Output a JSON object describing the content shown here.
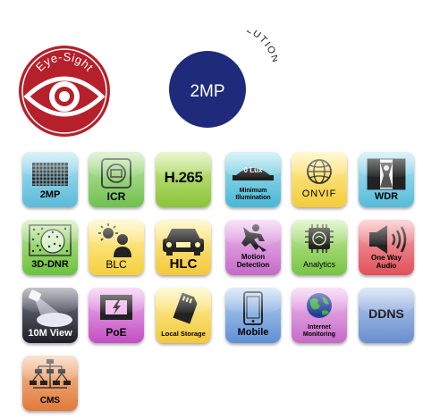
{
  "logos": {
    "eye_sight": "Eye-Sight",
    "resolution": "2MP",
    "arc": "IP SOLUTION"
  },
  "features": [
    {
      "label": "2MP"
    },
    {
      "label": "ICR"
    },
    {
      "label": "H.265"
    },
    {
      "label": "Minimum Illumination",
      "badge": "0 Lux"
    },
    {
      "label": "ONVIF"
    },
    {
      "label": "WDR"
    },
    {
      "label": "3D-DNR"
    },
    {
      "label": "BLC"
    },
    {
      "label": "HLC"
    },
    {
      "label": "Motion Detection"
    },
    {
      "label": "Analytics"
    },
    {
      "label": "One Way Audio"
    },
    {
      "label": "10M View"
    },
    {
      "label": "PoE"
    },
    {
      "label": "Local Storage"
    },
    {
      "label": "Mobile"
    },
    {
      "label": "Internet Monitoring"
    },
    {
      "label": "DDNS"
    },
    {
      "label": "CMS"
    }
  ],
  "colors": {
    "eye_red": "#b5202b",
    "navy": "#1f2b7a"
  }
}
